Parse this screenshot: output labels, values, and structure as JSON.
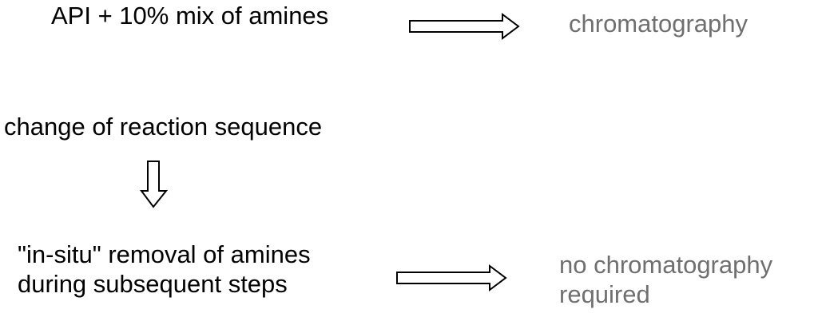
{
  "diagram": {
    "row1": {
      "left_text": "API + 10% mix of amines",
      "right_text": "chromatography"
    },
    "row2": {
      "text": "change of reaction sequence"
    },
    "row3": {
      "left_lines": [
        "\"in-situ\" removal of amines",
        "during subsequent steps"
      ],
      "right_lines": [
        "no chromatography",
        "required"
      ]
    },
    "colors": {
      "text": "#000000",
      "outcome_text": "#6f6f6f",
      "arrow_fill": "#ffffff",
      "arrow_stroke": "#000000"
    },
    "icons": [
      "right-arrow-icon",
      "down-arrow-icon",
      "right-arrow-icon"
    ]
  }
}
